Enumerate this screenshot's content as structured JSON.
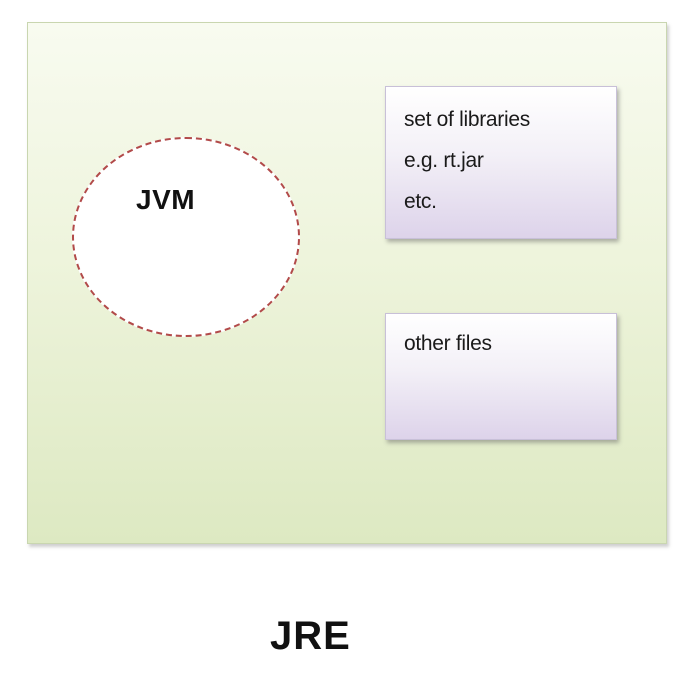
{
  "diagram": {
    "outer_label": "JRE",
    "jvm": {
      "label": "JVM"
    },
    "libraries_box": {
      "lines": [
        "set of libraries",
        "e.g. rt.jar",
        "etc."
      ]
    },
    "files_box": {
      "lines": [
        "other files"
      ]
    }
  },
  "colors": {
    "jre_background": "#e6efd0",
    "jvm_border": "#b24a4a",
    "box_gradient_end": "#ddd3ea"
  }
}
